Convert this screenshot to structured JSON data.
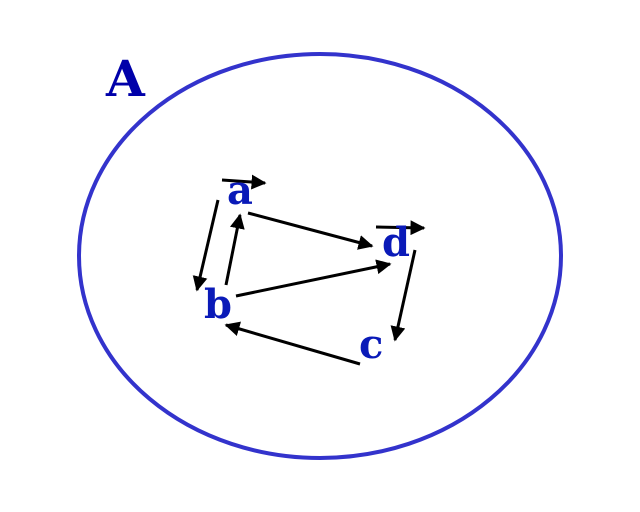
{
  "set": {
    "label": "A",
    "stroke_color": "#3333cc",
    "label_color": "#0000aa"
  },
  "node_color": "#0a1ab8",
  "arrow_color": "#000000",
  "nodes": [
    {
      "id": "a",
      "label": "a"
    },
    {
      "id": "b",
      "label": "b"
    },
    {
      "id": "c",
      "label": "c"
    },
    {
      "id": "d",
      "label": "d"
    }
  ],
  "edges": [
    {
      "from": "a",
      "to": "a"
    },
    {
      "from": "d",
      "to": "d"
    },
    {
      "from": "a",
      "to": "b"
    },
    {
      "from": "b",
      "to": "a"
    },
    {
      "from": "a",
      "to": "d"
    },
    {
      "from": "b",
      "to": "d"
    },
    {
      "from": "d",
      "to": "c"
    },
    {
      "from": "c",
      "to": "b"
    }
  ]
}
